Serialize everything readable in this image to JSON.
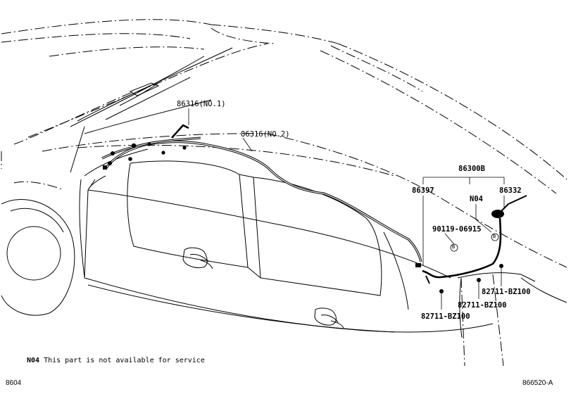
{
  "diagram": {
    "labels": {
      "p86316_no1": "86316(NO.1)",
      "p86316_no2": "86316(NO.2)",
      "p86300b": "86300B",
      "p86397": "86397",
      "p86332": "86332",
      "n04": "N04",
      "p90119": "90119-06915",
      "p82711_a": "82711-BZ100",
      "p82711_b": "82711-BZ100",
      "p82711_c": "82711-BZ100",
      "marker_b1": "B",
      "marker_b2": "B"
    },
    "note": {
      "code": "N04",
      "text": "This part is not available for service"
    },
    "footer": {
      "left": "8604",
      "right": "866520-A"
    }
  }
}
